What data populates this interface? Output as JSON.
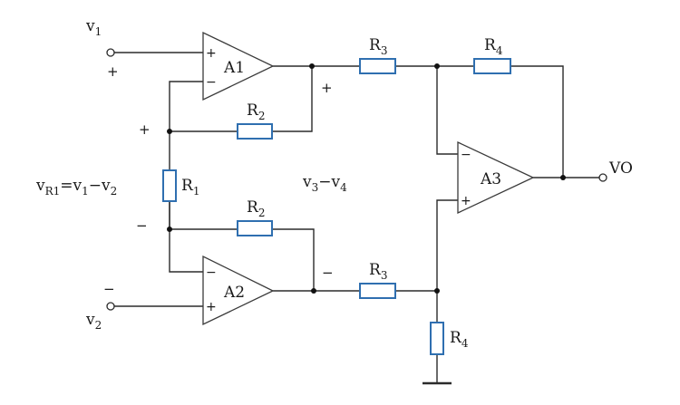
{
  "inputs": {
    "v1": {
      "base": "v",
      "sub": "1",
      "sign": "+"
    },
    "v2": {
      "base": "v",
      "sub": "2",
      "sign": "−"
    }
  },
  "output": {
    "label": "VO"
  },
  "amplifiers": {
    "a1": {
      "label": "A1",
      "plus": "+",
      "minus": "−"
    },
    "a2": {
      "label": "A2",
      "plus": "+",
      "minus": "−"
    },
    "a3": {
      "label": "A3",
      "plus": "+",
      "minus": "−"
    }
  },
  "resistors": {
    "r1": {
      "base": "R",
      "sub": "1"
    },
    "r2_top": {
      "base": "R",
      "sub": "2"
    },
    "r2_bottom": {
      "base": "R",
      "sub": "2"
    },
    "r3_top": {
      "base": "R",
      "sub": "3"
    },
    "r3_bottom": {
      "base": "R",
      "sub": "3"
    },
    "r4_top": {
      "base": "R",
      "sub": "4"
    },
    "r4_bottom": {
      "base": "R",
      "sub": "4"
    }
  },
  "annotations": {
    "vr1_equation": {
      "v": "v",
      "r1_sub": "R1",
      "eq": "=",
      "v1": "v",
      "s1": "1",
      "minus": "−",
      "v2": "v",
      "s2": "2"
    },
    "v3_v4": {
      "v3": "v",
      "s3": "3",
      "minus": "−",
      "v4": "v",
      "s4": "4"
    },
    "node_top_plus": "+",
    "r1_top_plus": "+",
    "r1_bottom_minus": "−",
    "node_bottom_minus": "−"
  }
}
